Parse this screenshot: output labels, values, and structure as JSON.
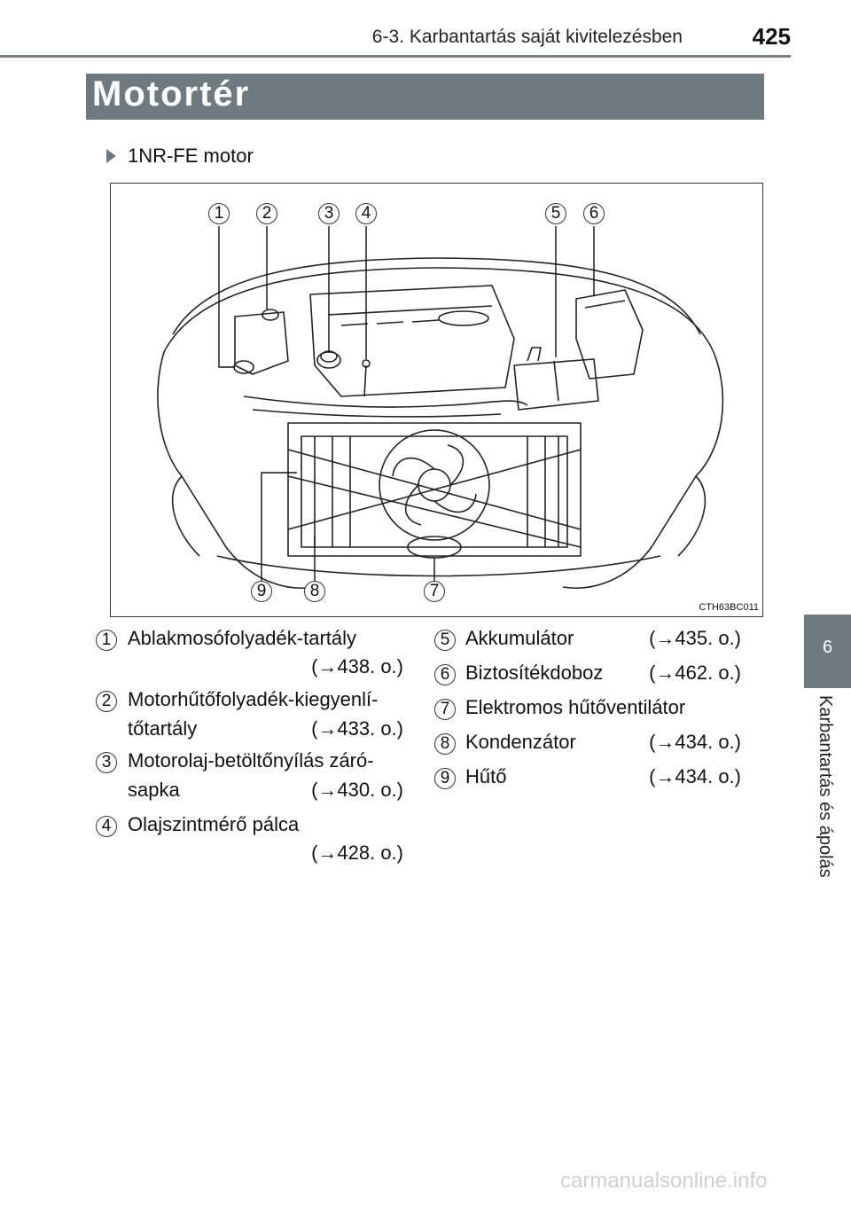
{
  "header": {
    "chapter": "6-3. Karbantartás saját kivitelezésben",
    "page_number": "425"
  },
  "section_title": "Motortér",
  "side_tab": {
    "number": "6",
    "label": "Karbantartás és ápolás"
  },
  "subhead": "1NR-FE motor",
  "figure": {
    "callouts_top": [
      "1",
      "2",
      "3",
      "4",
      "5",
      "6"
    ],
    "callouts_bottom": [
      "9",
      "8",
      "7"
    ],
    "code": "CTH63BC011"
  },
  "legend_left": [
    {
      "num": "1",
      "line1": "Ablakmosófolyadék-tartály",
      "line2": "",
      "ref": "(→438. o.)"
    },
    {
      "num": "2",
      "line1": "Motorhűtőfolyadék-kiegyenlí-",
      "line2": "tőtartály",
      "ref": "(→433. o.)"
    },
    {
      "num": "3",
      "line1": "Motorolaj-betöltőnyílás záró-",
      "line2": "sapka",
      "ref": "(→430. o.)"
    },
    {
      "num": "4",
      "line1": "Olajszintmérő pálca",
      "line2": "",
      "ref": "(→428. o.)"
    }
  ],
  "legend_right": [
    {
      "num": "5",
      "label": "Akkumulátor",
      "ref": "(→435. o.)"
    },
    {
      "num": "6",
      "label": "Biztosítékdoboz",
      "ref": "(→462. o.)"
    },
    {
      "num": "7",
      "label": "Elektromos hűtőventilátor",
      "ref": ""
    },
    {
      "num": "8",
      "label": "Kondenzátor",
      "ref": "(→434. o.)"
    },
    {
      "num": "9",
      "label": "Hűtő",
      "ref": "(→434. o.)"
    }
  ],
  "watermark": "carmanualsonline.info"
}
